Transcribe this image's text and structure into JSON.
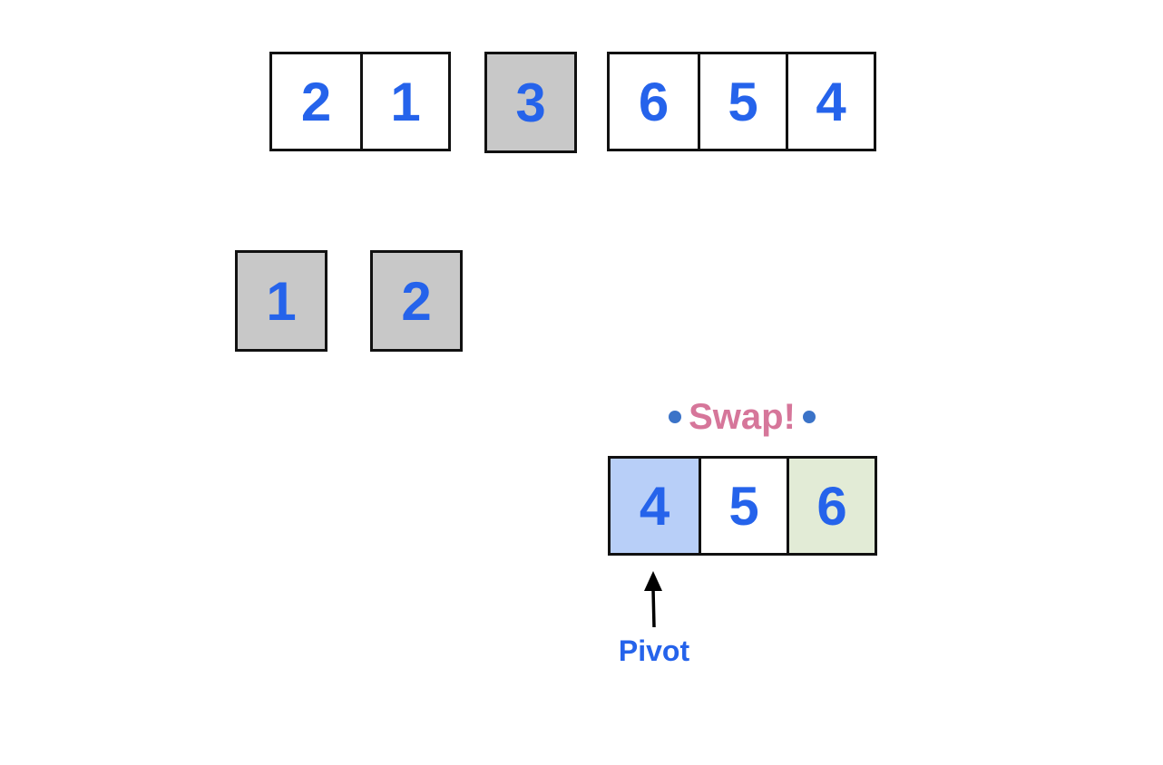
{
  "step1": {
    "left_partition": [
      "2",
      "1"
    ],
    "pivot": "3",
    "right_partition": [
      "6",
      "5",
      "4"
    ]
  },
  "step2": {
    "left_items": [
      "1",
      "2"
    ]
  },
  "step3": {
    "swap_label": "Swap!",
    "cells": [
      "4",
      "5",
      "6"
    ],
    "pivot_label": "Pivot"
  },
  "colors": {
    "number": "#2563eb",
    "sorted_fill": "#c8c8c8",
    "pivot_fill": "#b8cff8",
    "swapped_fill": "#e2ebd6",
    "swap_text": "#d6769a",
    "dot": "#3b73c8"
  },
  "icons": {
    "arrow": "up-arrow-icon",
    "dot": "bullet-dot-icon"
  }
}
